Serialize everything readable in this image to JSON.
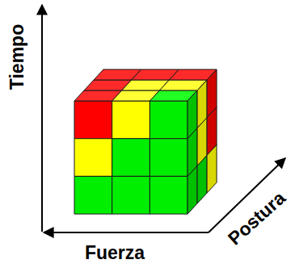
{
  "diagram": {
    "labels": [
      "Tiempo",
      "Fuerza",
      "Postura"
    ]
  }
}
